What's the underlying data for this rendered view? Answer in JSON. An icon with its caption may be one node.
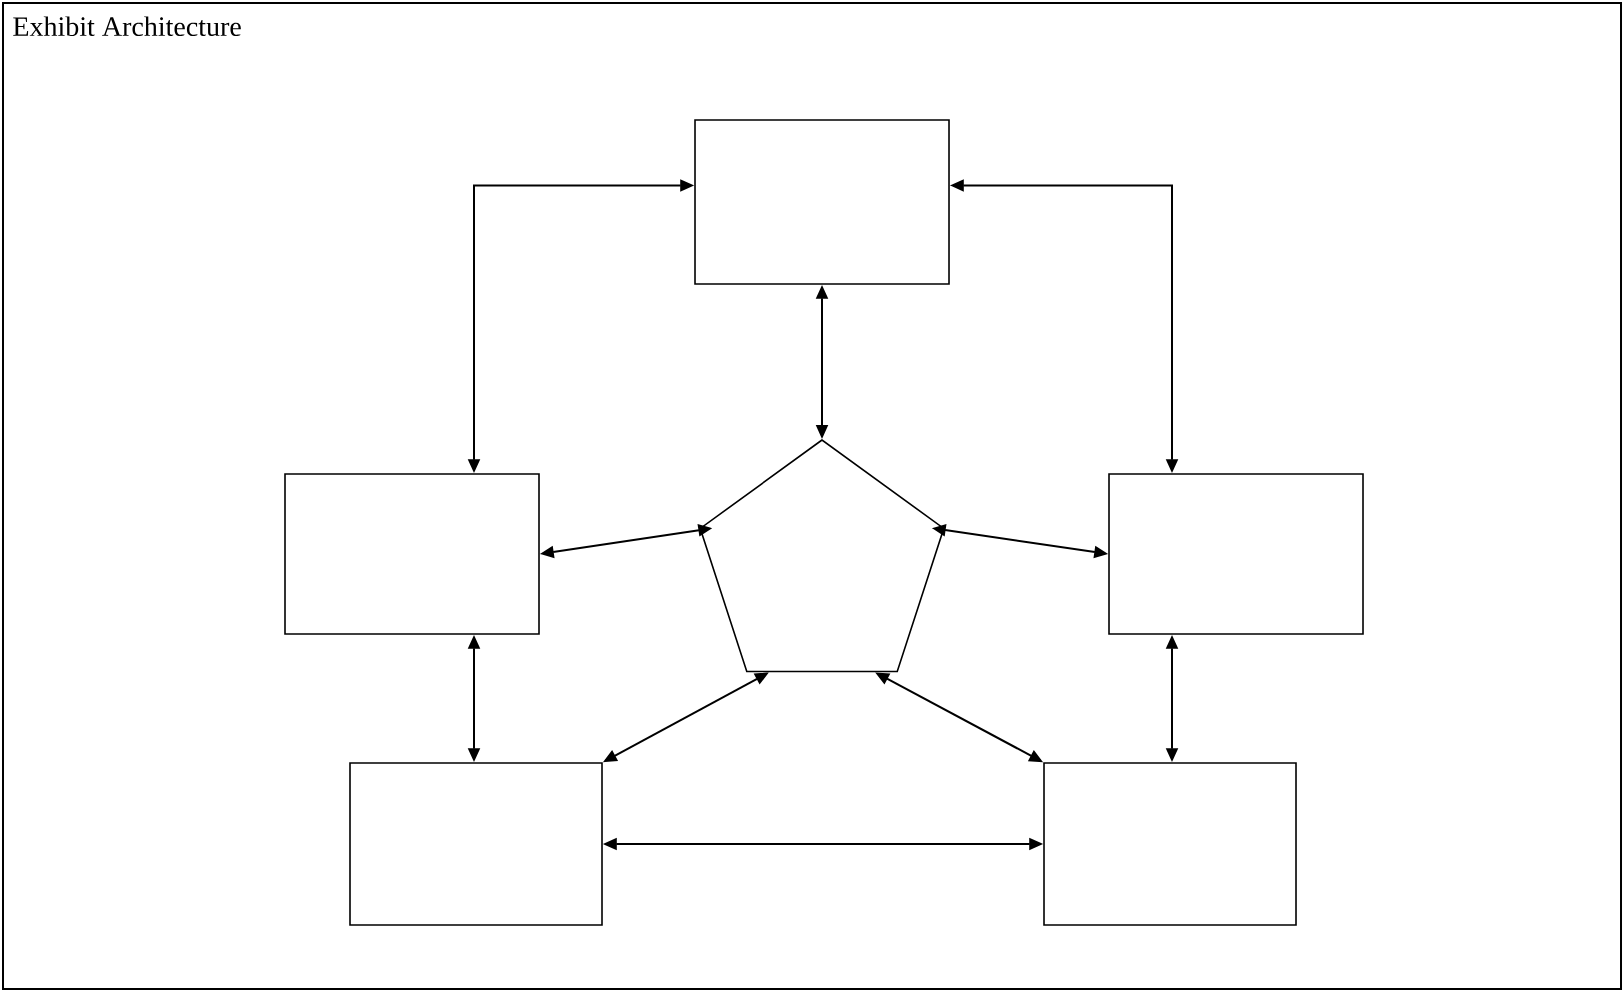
{
  "diagram": {
    "title": "Exhibit Architecture",
    "nodes": [
      {
        "text": [],
        "shape": "box"
      },
      {
        "text": [],
        "shape": "box"
      },
      {
        "text": [],
        "shape": "pentagon"
      },
      {
        "text": [],
        "shape": "box"
      },
      {
        "text": [],
        "shape": "box"
      },
      {
        "text": [],
        "shape": "box"
      }
    ],
    "edges": [
      {
        "from": 0,
        "to": 1,
        "arrow": "both"
      },
      {
        "from": 0,
        "to": 3,
        "arrow": "both"
      },
      {
        "from": 0,
        "to": 2,
        "arrow": "both"
      },
      {
        "from": 1,
        "to": 2,
        "arrow": "both"
      },
      {
        "from": 2,
        "to": 3,
        "arrow": "both"
      },
      {
        "from": 1,
        "to": 4,
        "arrow": "both"
      },
      {
        "from": 3,
        "to": 5,
        "arrow": "both"
      },
      {
        "from": 2,
        "to": 4,
        "arrow": "both"
      },
      {
        "from": 2,
        "to": 5,
        "arrow": "both"
      },
      {
        "from": 4,
        "to": 5,
        "arrow": "both"
      }
    ]
  }
}
